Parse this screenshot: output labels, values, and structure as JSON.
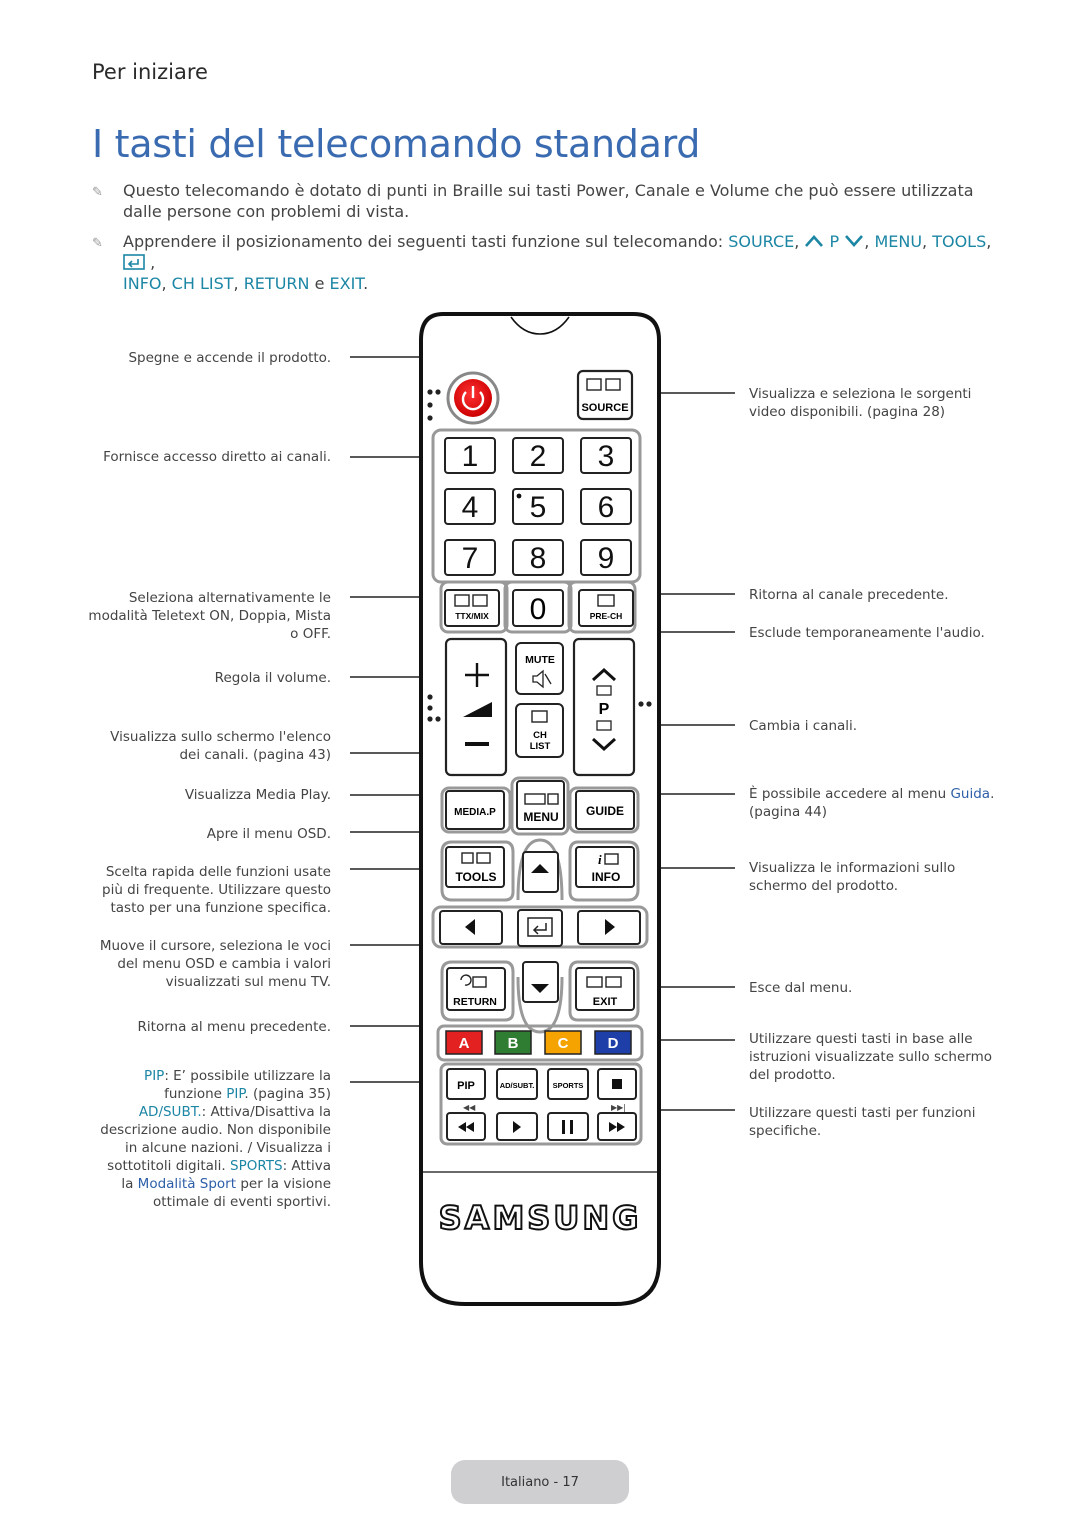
{
  "header": {
    "section": "Per iniziare",
    "title": "I tasti del telecomando standard"
  },
  "notes": {
    "note1": "Questo telecomando è dotato di punti in Braille sui tasti Power, Canale e Volume che può essere utilizzata dalle persone con problemi di vista.",
    "note2_prefix": "Apprendere il posizionamento dei seguenti tasti funzione sul telecomando: ",
    "note2_source": "SOURCE",
    "note2_sep1": ", ",
    "note2_p": " P ",
    "note2_sep2": ", ",
    "note2_menu": "MENU",
    "note2_sep3": ", ",
    "note2_tools": "TOOLS",
    "note2_sep4": ", ",
    "note2_sep5": " ,",
    "note2_info": "INFO",
    "note2_sep6": ", ",
    "note2_chlist": "CH LIST",
    "note2_sep7": ", ",
    "note2_return": "RETURN",
    "note2_and": " e ",
    "note2_exit": "EXIT",
    "note2_end": "."
  },
  "annotations_left": {
    "power": "Spegne e accende il prodotto.",
    "numbers": "Fornisce accesso diretto ai canali.",
    "ttx": "Seleziona alternativamente le modalità Teletext ON, Doppia, Mista o OFF.",
    "volume": "Regola il volume.",
    "chlist": "Visualizza sullo schermo l'elenco dei canali. (pagina  43)",
    "mediap": "Visualizza Media Play.",
    "menu": "Apre il menu OSD.",
    "tools": "Scelta rapida delle funzioni usate più di frequente. Utilizzare questo tasto per una funzione specifica.",
    "arrows": "Muove il cursore, seleziona le voci del menu OSD e cambia i valori visualizzati sul menu TV.",
    "return": "Ritorna al menu precedente.",
    "pip_kw": "PIP",
    "pip_text": ": E’ possibile utilizzare la funzione ",
    "pip_kw2": "PIP",
    "pip_text2": ". (pagina  35)",
    "adsubt_kw": "AD/SUBT.",
    "adsubt_text": ": Attiva/Disattiva la descrizione audio. Non disponibile in alcune nazioni. / Visualizza i sottotitoli digitali.",
    "sports_kw": "SPORTS",
    "sports_text": ": Attiva la ",
    "sports_link": "Modalità Sport",
    "sports_text2": " per la visione ottimale di eventi sportivi."
  },
  "annotations_right": {
    "source": "Visualizza e seleziona le sorgenti video disponibili. (pagina  28)",
    "prech": "Ritorna al canale precedente.",
    "mute": "Esclude temporaneamente l'audio.",
    "channel": "Cambia i canali.",
    "guide_text": "È possibile accedere al menu ",
    "guide_link": "Guida",
    "guide_text2": ". (pagina  44)",
    "info": "Visualizza le informazioni sullo schermo del prodotto.",
    "exit": "Esce dal menu.",
    "color": "Utilizzare questi tasti in base alle istruzioni visualizzate sullo schermo del prodotto.",
    "media": "Utilizzare questi tasti per funzioni specifiche."
  },
  "remote": {
    "source": "SOURCE",
    "digits": [
      "1",
      "2",
      "3",
      "4",
      "5",
      "6",
      "7",
      "8",
      "9"
    ],
    "zero": "0",
    "ttx": "TTX/MIX",
    "prech": "PRE-CH",
    "mute": "MUTE",
    "ch1": "CH",
    "ch2": "LIST",
    "p": "P",
    "mediap": "MEDIA.P",
    "menu": "MENU",
    "guide": "GUIDE",
    "tools": "TOOLS",
    "info": "INFO",
    "return": "RETURN",
    "exit": "EXIT",
    "colors": [
      "A",
      "B",
      "C",
      "D"
    ],
    "pip": "PIP",
    "adsubt": "AD/SUBT.",
    "sports": "SPORTS",
    "brand": "SAMSUNG"
  },
  "footer": {
    "page": "Italiano - 17"
  }
}
